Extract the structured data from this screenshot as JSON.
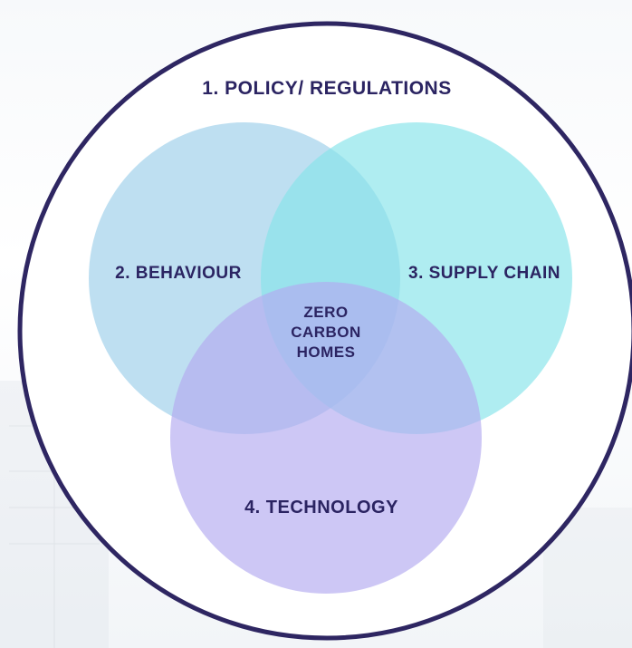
{
  "diagram": {
    "outer": {
      "label": "1.  POLICY/ REGULATIONS",
      "stroke": "#2e2662"
    },
    "circles": [
      {
        "id": "behaviour",
        "label": "2.  BEHAVIOUR",
        "color": "#9fd0ea"
      },
      {
        "id": "supply_chain",
        "label": "3.  SUPPLY CHAIN",
        "color": "#86e3ea"
      },
      {
        "id": "technology",
        "label": "4.  TECHNOLOGY",
        "color": "#b3aaf0"
      }
    ],
    "center": {
      "lines": [
        "ZERO",
        "CARBON",
        "HOMES"
      ]
    },
    "text_color": "#2b2462"
  }
}
